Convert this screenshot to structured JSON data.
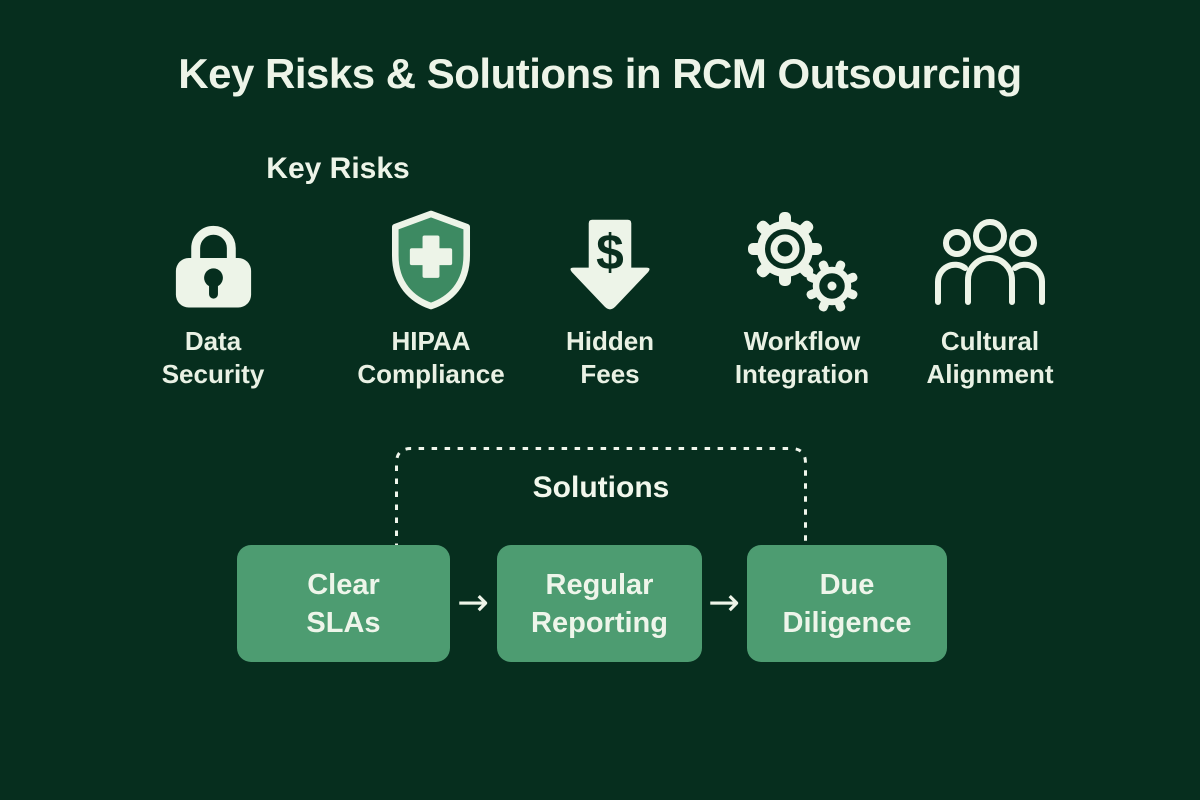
{
  "title": "Key Risks & Solutions in RCM Outsourcing",
  "risks": {
    "heading": "Key Risks",
    "items": [
      {
        "icon": "lock-icon",
        "lines": [
          "Data",
          "Security"
        ]
      },
      {
        "icon": "shield-cross-icon",
        "lines": [
          "HIPAA",
          "Compliance"
        ]
      },
      {
        "icon": "dollar-down-arrow-icon",
        "lines": [
          "Hidden",
          "Fees"
        ]
      },
      {
        "icon": "gears-icon",
        "lines": [
          "Workflow",
          "Integration"
        ]
      },
      {
        "icon": "people-icon",
        "lines": [
          "Cultural",
          "Alignment"
        ]
      }
    ]
  },
  "solutions": {
    "heading": "Solutions",
    "steps": [
      {
        "lines": [
          "Clear",
          "SLAs"
        ]
      },
      {
        "lines": [
          "Regular",
          "Reporting"
        ]
      },
      {
        "lines": [
          "Due",
          "Diligence"
        ]
      }
    ]
  },
  "glyphs": {
    "arrow": "→",
    "dollar": "$"
  },
  "colors": {
    "background": "#062e1e",
    "cream": "#edf4e8",
    "box_green": "#4d9c71",
    "shield_green": "#3d8a62"
  }
}
